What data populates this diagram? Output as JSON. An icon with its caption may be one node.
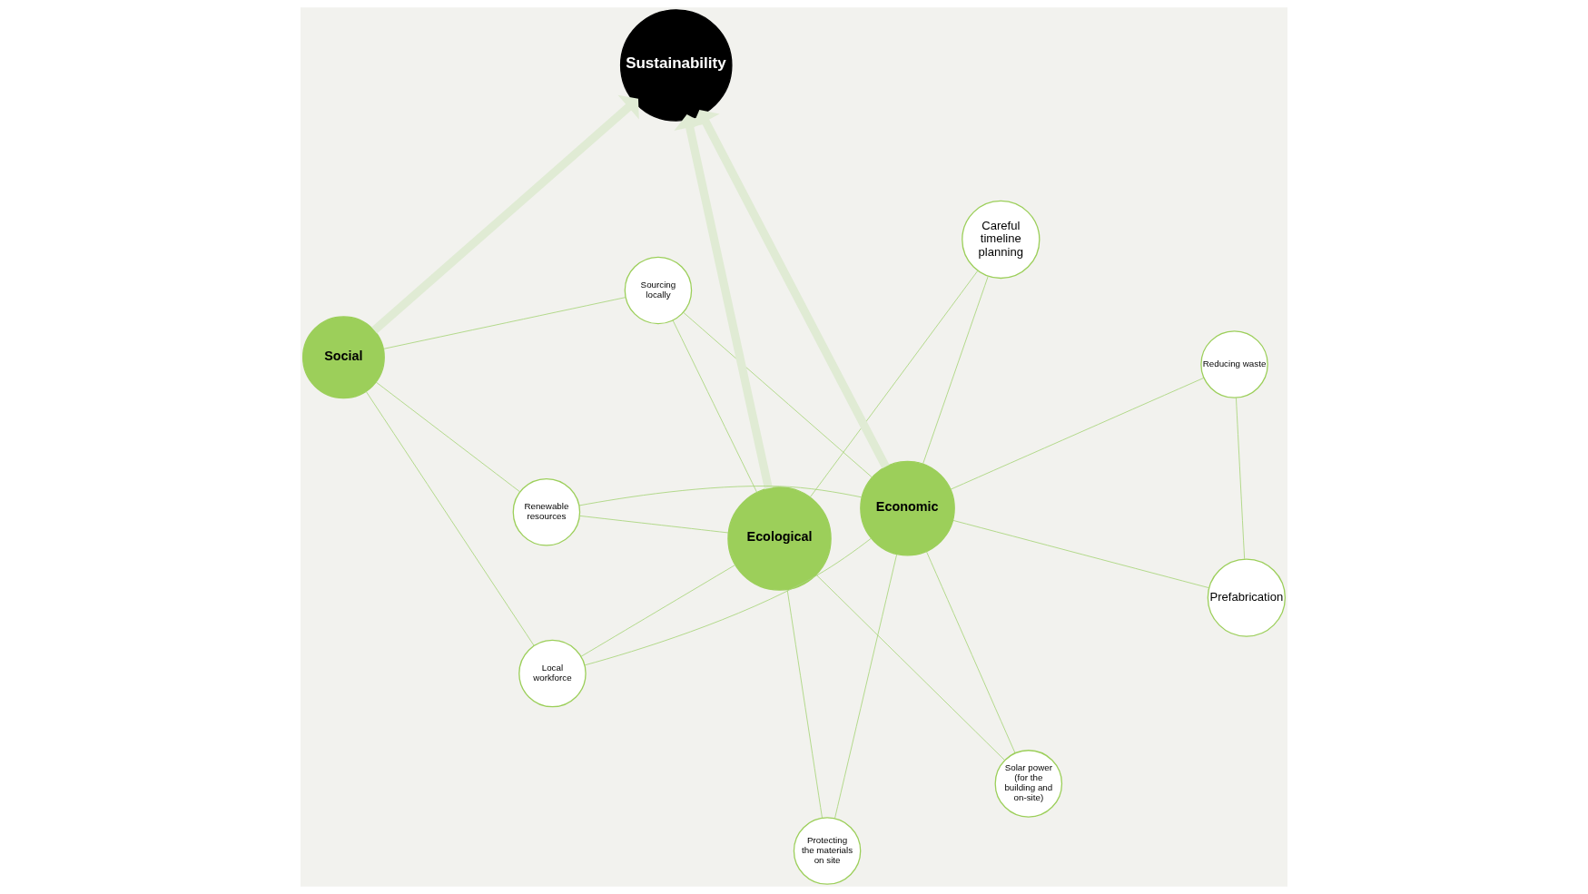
{
  "diagram": {
    "nodes": [
      {
        "text": [
          "Social"
        ]
      },
      {
        "text": [
          "Sourcing locally"
        ]
      },
      {
        "text": [
          "Local workforce"
        ]
      },
      {
        "text": [
          "Sustainability"
        ]
      },
      {
        "text": [
          "Ecological"
        ]
      },
      {
        "text": [
          "Careful timeline planning"
        ]
      },
      {
        "text": [
          "Protecting the materials on site"
        ]
      },
      {
        "text": [
          "Prefabrication"
        ]
      },
      {
        "text": [
          "Renewable resources"
        ]
      },
      {
        "text": [
          "Economic"
        ]
      },
      {
        "text": [
          "Solar power (for the building and on-site)"
        ]
      },
      {
        "text": [
          "Reducing waste"
        ]
      }
    ],
    "edges": [
      {
        "from": 0,
        "to": 3,
        "arrow": "to",
        "style": "thick",
        "color": "#e0ebd4"
      },
      {
        "from": 4,
        "to": 3,
        "arrow": "to",
        "style": "thick",
        "color": "#e0ebd4"
      },
      {
        "from": 9,
        "to": 3,
        "arrow": "to",
        "style": "thick",
        "color": "#e0ebd4"
      },
      {
        "from": 0,
        "to": 2,
        "arrow": "none"
      },
      {
        "from": 0,
        "to": 1,
        "arrow": "none"
      },
      {
        "from": 0,
        "to": 8,
        "arrow": "none"
      },
      {
        "from": 1,
        "to": 4,
        "arrow": "none"
      },
      {
        "from": 1,
        "to": 9,
        "arrow": "none"
      },
      {
        "from": 2,
        "to": 4,
        "arrow": "none"
      },
      {
        "from": 2,
        "to": 9,
        "arrow": "none"
      },
      {
        "from": 4,
        "to": 5,
        "arrow": "none"
      },
      {
        "from": 4,
        "to": 8,
        "arrow": "none"
      },
      {
        "from": 4,
        "to": 6,
        "arrow": "none"
      },
      {
        "from": 4,
        "to": 10,
        "arrow": "none"
      },
      {
        "from": 5,
        "to": 9,
        "arrow": "none"
      },
      {
        "from": 6,
        "to": 9,
        "arrow": "none"
      },
      {
        "from": 7,
        "to": 9,
        "arrow": "none"
      },
      {
        "from": 7,
        "to": 11,
        "arrow": "none"
      },
      {
        "from": 8,
        "to": 9,
        "arrow": "none"
      },
      {
        "from": 11,
        "to": 9,
        "arrow": "none"
      },
      {
        "from": 9,
        "to": 10,
        "arrow": "none"
      }
    ]
  }
}
